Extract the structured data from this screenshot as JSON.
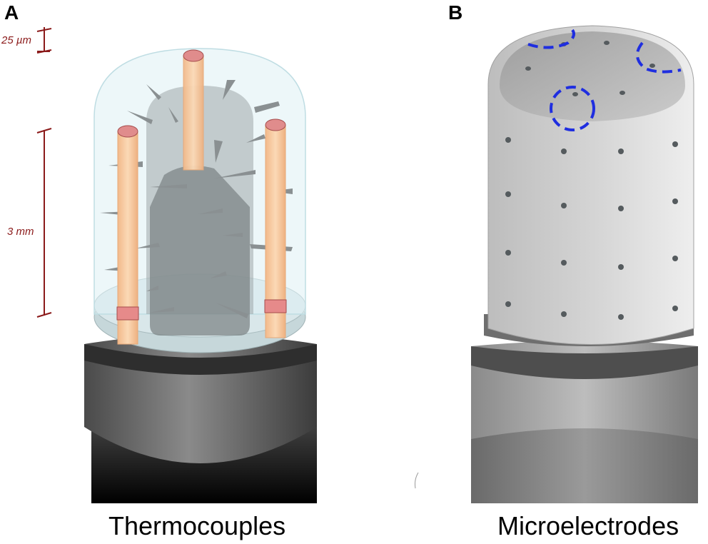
{
  "panels": [
    {
      "letter": "A",
      "caption": "Thermocouples"
    },
    {
      "letter": "B",
      "caption": "Microelectrodes"
    }
  ],
  "scale_bars": {
    "small": "25 µm",
    "large": "3 mm"
  },
  "colors": {
    "scale": "#8b1a1a",
    "highlight_dash": "#1f2ee0",
    "thermocouple_wire": "#f6c99a",
    "thermocouple_tip": "#d47a7a",
    "dome_glass": "#d8eef2",
    "handle_dark": "#3a3a3a"
  }
}
